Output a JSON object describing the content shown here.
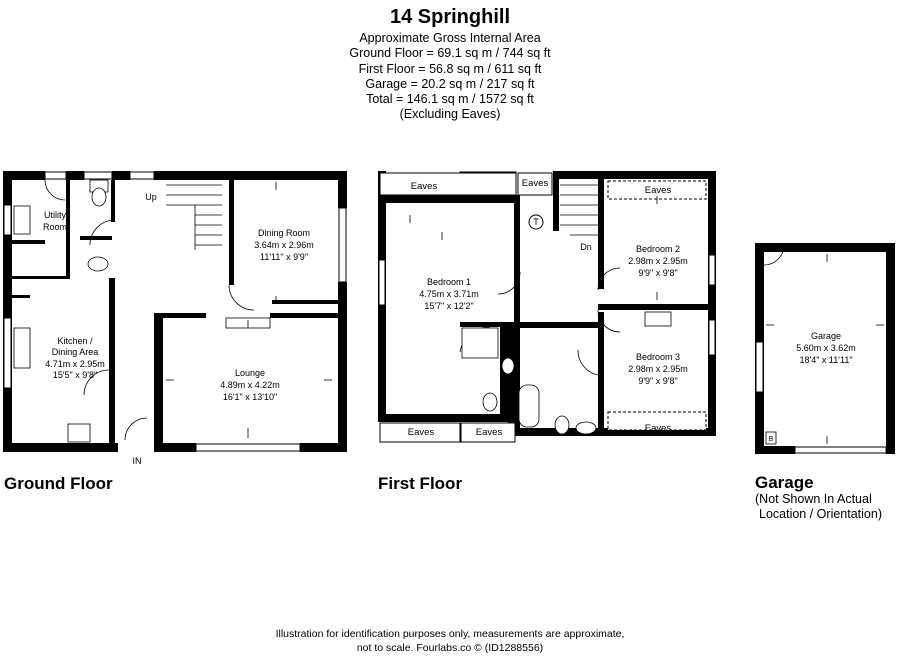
{
  "header": {
    "title": "14 Springhill",
    "area_label": "Approximate Gross Internal Area",
    "lines": [
      "Ground Floor = 69.1 sq m / 744 sq ft",
      "First Floor = 56.8 sq m / 611 sq ft",
      "Garage = 20.2 sq m / 217 sq ft",
      "Total = 146.1 sq m / 1572 sq ft",
      "(Excluding  Eaves)"
    ]
  },
  "floors": {
    "ground": "Ground Floor",
    "first": "First Floor",
    "garage": "Garage",
    "garage_note_1": "(Not Shown In Actual",
    "garage_note_2": "Location / Orientation)"
  },
  "rooms": {
    "utility": {
      "l1": "Utility",
      "l2": "Room"
    },
    "kitchen": {
      "l1": "Kitchen /",
      "l2": "Dining Area",
      "l3": "4.71m x 2.95m",
      "l4": "15'5\" x 9'8\""
    },
    "dining": {
      "l1": "Dining Room",
      "l2": "3.64m x 2.96m",
      "l3": "11'11\" x 9'9\""
    },
    "lounge": {
      "l1": "Lounge",
      "l2": "4.89m x 4.22m",
      "l3": "16'1\" x 13'10\""
    },
    "bedroom1": {
      "l1": "Bedroom 1",
      "l2": "4.75m x 3.71m",
      "l3": "15'7\" x 12'2\""
    },
    "bedroom2": {
      "l1": "Bedroom 2",
      "l2": "2.98m x 2.95m",
      "l3": "9'9\" x 9'8\""
    },
    "bedroom3": {
      "l1": "Bedroom 3",
      "l2": "2.98m x 2.95m",
      "l3": "9'9\" x 9'8\""
    },
    "garage": {
      "l1": "Garage",
      "l2": "5.60m x 3.62m",
      "l3": "18'4\" x 11'11\""
    }
  },
  "labels": {
    "up": "Up",
    "dn": "Dn",
    "in": "IN",
    "t": "T",
    "b": "B",
    "eaves": "Eaves"
  },
  "footer": {
    "line1": "Illustration for identification purposes only, measurements are approximate,",
    "line2": "not to scale. Fourlabs.co © (ID1288556)"
  }
}
